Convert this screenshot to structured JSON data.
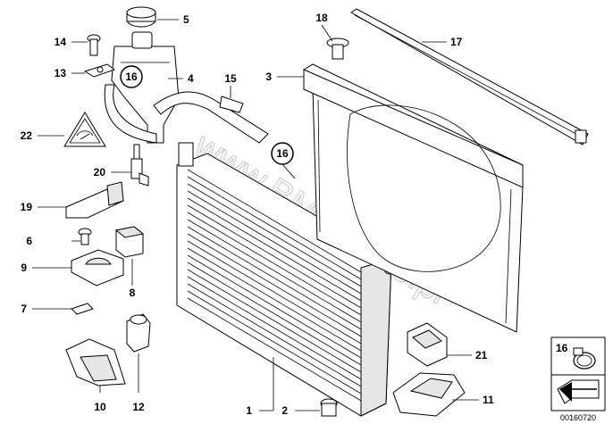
{
  "callouts": {
    "c1": "1",
    "c2": "2",
    "c3": "3",
    "c4": "4",
    "c5": "5",
    "c6": "6",
    "c7": "7",
    "c8": "8",
    "c9": "9",
    "c10": "10",
    "c11": "11",
    "c12": "12",
    "c13": "13",
    "c14": "14",
    "c15": "15",
    "c16a": "16",
    "c16b": "16",
    "c17": "17",
    "c18": "18",
    "c19": "19",
    "c20": "20",
    "c21": "21",
    "c22": "22"
  },
  "legend_box": {
    "label": "16"
  },
  "diagram_number": "00160720",
  "watermark": "www.BMWstore.pl"
}
